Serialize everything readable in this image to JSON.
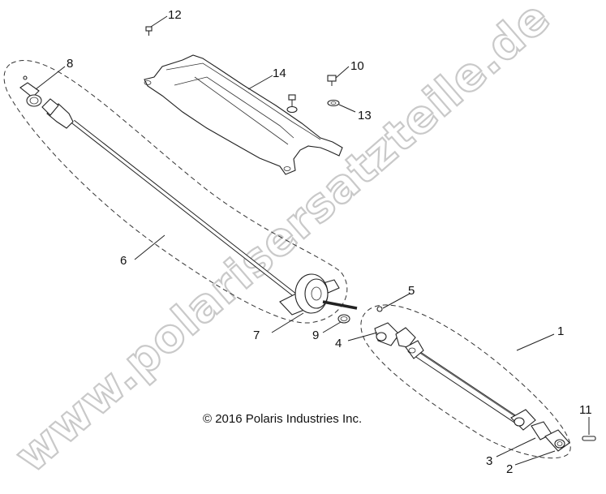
{
  "copyright": "© 2016 Polaris Industries Inc.",
  "watermark": "www.polarisersatzteile.de",
  "callouts": {
    "c1": "1",
    "c2": "2",
    "c3": "3",
    "c4": "4",
    "c5": "5",
    "c6": "6",
    "c7": "7",
    "c8": "8",
    "c9": "9",
    "c10": "10",
    "c11": "11",
    "c12": "12",
    "c13": "13",
    "c14": "14"
  }
}
